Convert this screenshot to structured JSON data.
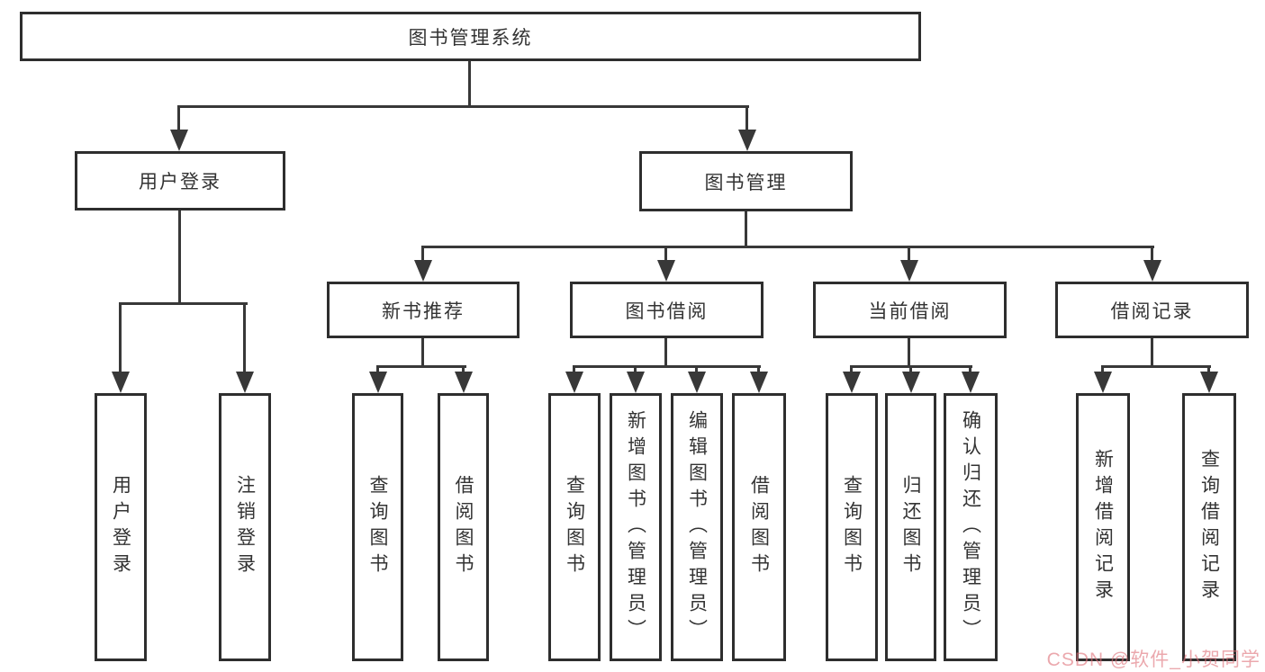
{
  "diagram": {
    "type": "hierarchy-flowchart",
    "root": {
      "label": "图书管理系统"
    },
    "level2": {
      "user_login": {
        "label": "用户登录"
      },
      "book_mgmt": {
        "label": "图书管理"
      }
    },
    "level3": {
      "new_book_rec": {
        "label": "新书推荐"
      },
      "book_borrow": {
        "label": "图书借阅"
      },
      "current_borrow": {
        "label": "当前借阅"
      },
      "borrow_records": {
        "label": "借阅记录"
      }
    },
    "leaves": [
      "用户登录",
      "注销登录",
      "查询图书",
      "借阅图书",
      "查询图书",
      "新增图书（管理员）",
      "编辑图书（管理员）",
      "借阅图书",
      "查询图书",
      "归还图书",
      "确认归还（管理员）",
      "新增借阅记录",
      "查询借阅记录"
    ],
    "edges": [
      [
        "图书管理系统",
        "用户登录"
      ],
      [
        "图书管理系统",
        "图书管理"
      ],
      [
        "用户登录",
        "用户登录(叶)"
      ],
      [
        "用户登录",
        "注销登录"
      ],
      [
        "图书管理",
        "新书推荐"
      ],
      [
        "图书管理",
        "图书借阅"
      ],
      [
        "图书管理",
        "当前借阅"
      ],
      [
        "图书管理",
        "借阅记录"
      ],
      [
        "新书推荐",
        "查询图书"
      ],
      [
        "新书推荐",
        "借阅图书"
      ],
      [
        "图书借阅",
        "查询图书"
      ],
      [
        "图书借阅",
        "新增图书（管理员）"
      ],
      [
        "图书借阅",
        "编辑图书（管理员）"
      ],
      [
        "图书借阅",
        "借阅图书"
      ],
      [
        "当前借阅",
        "查询图书"
      ],
      [
        "当前借阅",
        "归还图书"
      ],
      [
        "当前借阅",
        "确认归还（管理员）"
      ],
      [
        "借阅记录",
        "新增借阅记录"
      ],
      [
        "借阅记录",
        "查询借阅记录"
      ]
    ],
    "colors": {
      "line": "#383838",
      "box_border": "#2e2e2e",
      "box_fill": "#ffffff",
      "text": "#333333",
      "watermark": "#de6e76"
    },
    "watermark": {
      "text": "CSDN @软件_小贺同学"
    }
  }
}
